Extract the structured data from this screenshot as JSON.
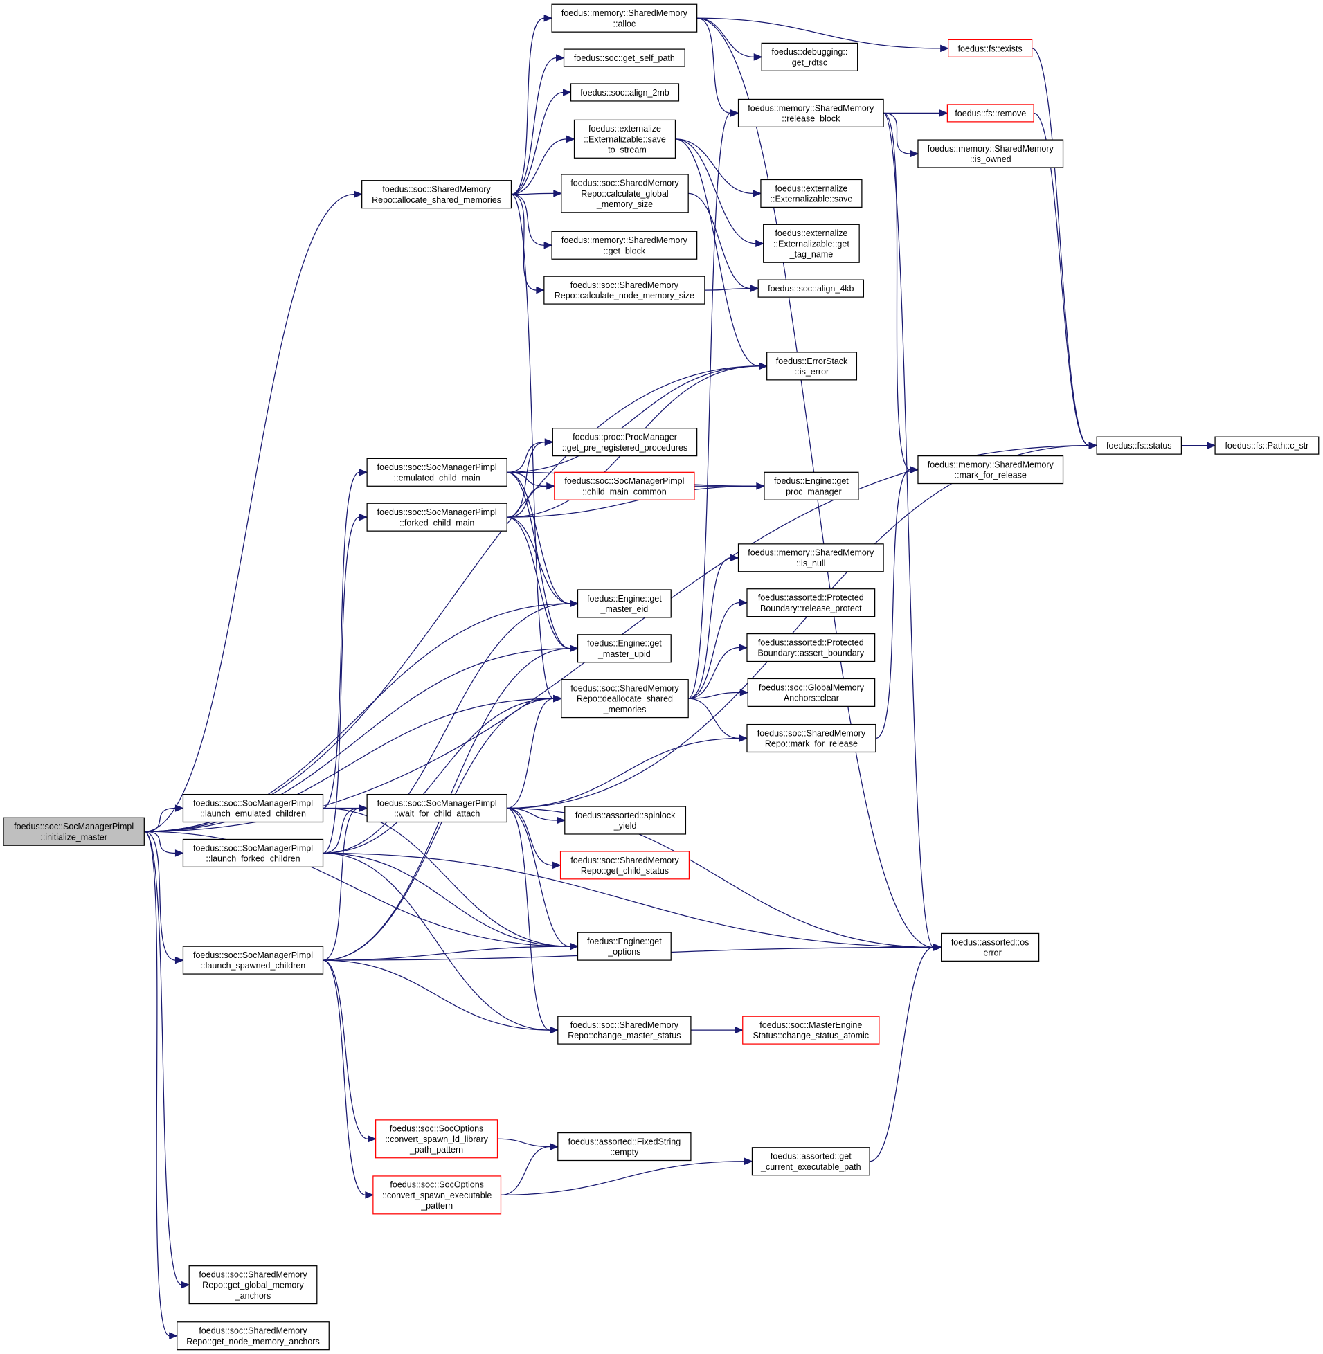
{
  "colors": {
    "edge": "#191970",
    "node_border": "#000000",
    "truncated_border": "#ff0000",
    "root_fill": "#bfbfbf",
    "background": "#ffffff"
  },
  "nodes": [
    {
      "id": "initialize_master",
      "lines": [
        "foedus::soc::SocManagerPimpl",
        "::initialize_master"
      ],
      "style": "root"
    },
    {
      "id": "allocate_shared_memories",
      "lines": [
        "foedus::soc::SharedMemory",
        "Repo::allocate_shared_memories"
      ],
      "style": "normal"
    },
    {
      "id": "emulated_child_main",
      "lines": [
        "foedus::soc::SocManagerPimpl",
        "::emulated_child_main"
      ],
      "style": "normal"
    },
    {
      "id": "forked_child_main",
      "lines": [
        "foedus::soc::SocManagerPimpl",
        "::forked_child_main"
      ],
      "style": "normal"
    },
    {
      "id": "launch_emulated_children",
      "lines": [
        "foedus::soc::SocManagerPimpl",
        "::launch_emulated_children"
      ],
      "style": "normal"
    },
    {
      "id": "launch_forked_children",
      "lines": [
        "foedus::soc::SocManagerPimpl",
        "::launch_forked_children"
      ],
      "style": "normal"
    },
    {
      "id": "launch_spawned_children",
      "lines": [
        "foedus::soc::SocManagerPimpl",
        "::launch_spawned_children"
      ],
      "style": "normal"
    },
    {
      "id": "wait_for_child_attach",
      "lines": [
        "foedus::soc::SocManagerPimpl",
        "::wait_for_child_attach"
      ],
      "style": "normal"
    },
    {
      "id": "get_global_memory_anchors",
      "lines": [
        "foedus::soc::SharedMemory",
        "Repo::get_global_memory",
        "_anchors"
      ],
      "style": "normal"
    },
    {
      "id": "get_node_memory_anchors",
      "lines": [
        "foedus::soc::SharedMemory",
        "Repo::get_node_memory_anchors"
      ],
      "style": "normal"
    },
    {
      "id": "alloc",
      "lines": [
        "foedus::memory::SharedMemory",
        "::alloc"
      ],
      "style": "normal"
    },
    {
      "id": "get_self_path",
      "lines": [
        "foedus::soc::get_self_path"
      ],
      "style": "normal"
    },
    {
      "id": "align_2mb",
      "lines": [
        "foedus::soc::align_2mb"
      ],
      "style": "normal"
    },
    {
      "id": "save_to_stream",
      "lines": [
        "foedus::externalize",
        "::Externalizable::save",
        "_to_stream"
      ],
      "style": "normal"
    },
    {
      "id": "calculate_global_memory_size",
      "lines": [
        "foedus::soc::SharedMemory",
        "Repo::calculate_global",
        "_memory_size"
      ],
      "style": "normal"
    },
    {
      "id": "get_block",
      "lines": [
        "foedus::memory::SharedMemory",
        "::get_block"
      ],
      "style": "normal"
    },
    {
      "id": "calculate_node_memory_size",
      "lines": [
        "foedus::soc::SharedMemory",
        "Repo::calculate_node_memory_size"
      ],
      "style": "normal"
    },
    {
      "id": "get_pre_registered_procedures",
      "lines": [
        "foedus::proc::ProcManager",
        "::get_pre_registered_procedures"
      ],
      "style": "normal"
    },
    {
      "id": "child_main_common",
      "lines": [
        "foedus::soc::SocManagerPimpl",
        "::child_main_common"
      ],
      "style": "truncated"
    },
    {
      "id": "get_master_eid",
      "lines": [
        "foedus::Engine::get",
        "_master_eid"
      ],
      "style": "normal"
    },
    {
      "id": "get_master_upid",
      "lines": [
        "foedus::Engine::get",
        "_master_upid"
      ],
      "style": "normal"
    },
    {
      "id": "deallocate_shared_memories",
      "lines": [
        "foedus::soc::SharedMemory",
        "Repo::deallocate_shared",
        "_memories"
      ],
      "style": "normal"
    },
    {
      "id": "spinlock_yield",
      "lines": [
        "foedus::assorted::spinlock",
        "_yield"
      ],
      "style": "normal"
    },
    {
      "id": "get_child_status",
      "lines": [
        "foedus::soc::SharedMemory",
        "Repo::get_child_status"
      ],
      "style": "truncated"
    },
    {
      "id": "get_options",
      "lines": [
        "foedus::Engine::get",
        "_options"
      ],
      "style": "normal"
    },
    {
      "id": "change_master_status",
      "lines": [
        "foedus::soc::SharedMemory",
        "Repo::change_master_status"
      ],
      "style": "normal"
    },
    {
      "id": "convert_spawn_ld_library_path_pattern",
      "lines": [
        "foedus::soc::SocOptions",
        "::convert_spawn_ld_library",
        "_path_pattern"
      ],
      "style": "truncated"
    },
    {
      "id": "fixedstring_empty",
      "lines": [
        "foedus::assorted::FixedString",
        "::empty"
      ],
      "style": "normal"
    },
    {
      "id": "convert_spawn_executable_pattern",
      "lines": [
        "foedus::soc::SocOptions",
        "::convert_spawn_executable",
        "_pattern"
      ],
      "style": "truncated"
    },
    {
      "id": "get_rdtsc",
      "lines": [
        "foedus::debugging::",
        "get_rdtsc"
      ],
      "style": "normal"
    },
    {
      "id": "release_block",
      "lines": [
        "foedus::memory::SharedMemory",
        "::release_block"
      ],
      "style": "normal"
    },
    {
      "id": "externalizable_save",
      "lines": [
        "foedus::externalize",
        "::Externalizable::save"
      ],
      "style": "normal"
    },
    {
      "id": "get_tag_name",
      "lines": [
        "foedus::externalize",
        "::Externalizable::get",
        "_tag_name"
      ],
      "style": "normal"
    },
    {
      "id": "align_4kb",
      "lines": [
        "foedus::soc::align_4kb"
      ],
      "style": "normal"
    },
    {
      "id": "is_error",
      "lines": [
        "foedus::ErrorStack",
        "::is_error"
      ],
      "style": "normal"
    },
    {
      "id": "get_proc_manager",
      "lines": [
        "foedus::Engine::get",
        "_proc_manager"
      ],
      "style": "normal"
    },
    {
      "id": "is_null",
      "lines": [
        "foedus::memory::SharedMemory",
        "::is_null"
      ],
      "style": "normal"
    },
    {
      "id": "release_protect",
      "lines": [
        "foedus::assorted::Protected",
        "Boundary::release_protect"
      ],
      "style": "normal"
    },
    {
      "id": "assert_boundary",
      "lines": [
        "foedus::assorted::Protected",
        "Boundary::assert_boundary"
      ],
      "style": "normal"
    },
    {
      "id": "anchors_clear",
      "lines": [
        "foedus::soc::GlobalMemory",
        "Anchors::clear"
      ],
      "style": "normal"
    },
    {
      "id": "repo_mark_for_release",
      "lines": [
        "foedus::soc::SharedMemory",
        "Repo::mark_for_release"
      ],
      "style": "normal"
    },
    {
      "id": "change_status_atomic",
      "lines": [
        "foedus::soc::MasterEngine",
        "Status::change_status_atomic"
      ],
      "style": "truncated"
    },
    {
      "id": "get_current_executable_path",
      "lines": [
        "foedus::assorted::get",
        "_current_executable_path"
      ],
      "style": "normal"
    },
    {
      "id": "fs_exists",
      "lines": [
        "foedus::fs::exists"
      ],
      "style": "truncated"
    },
    {
      "id": "fs_remove",
      "lines": [
        "foedus::fs::remove"
      ],
      "style": "truncated"
    },
    {
      "id": "is_owned",
      "lines": [
        "foedus::memory::SharedMemory",
        "::is_owned"
      ],
      "style": "normal"
    },
    {
      "id": "mem_mark_for_release",
      "lines": [
        "foedus::memory::SharedMemory",
        "::mark_for_release"
      ],
      "style": "normal"
    },
    {
      "id": "os_error",
      "lines": [
        "foedus::assorted::os",
        "_error"
      ],
      "style": "normal"
    },
    {
      "id": "fs_status",
      "lines": [
        "foedus::fs::status"
      ],
      "style": "normal"
    },
    {
      "id": "path_c_str",
      "lines": [
        "foedus::fs::Path::c_str"
      ],
      "style": "normal"
    }
  ],
  "edges": [
    [
      "initialize_master",
      "allocate_shared_memories"
    ],
    [
      "initialize_master",
      "is_error"
    ],
    [
      "initialize_master",
      "get_master_eid"
    ],
    [
      "initialize_master",
      "get_master_upid"
    ],
    [
      "initialize_master",
      "deallocate_shared_memories"
    ],
    [
      "initialize_master",
      "launch_emulated_children"
    ],
    [
      "initialize_master",
      "launch_forked_children"
    ],
    [
      "initialize_master",
      "launch_spawned_children"
    ],
    [
      "initialize_master",
      "get_options"
    ],
    [
      "initialize_master",
      "get_global_memory_anchors"
    ],
    [
      "initialize_master",
      "get_node_memory_anchors"
    ],
    [
      "initialize_master",
      "fs_status"
    ],
    [
      "allocate_shared_memories",
      "alloc"
    ],
    [
      "allocate_shared_memories",
      "get_self_path"
    ],
    [
      "allocate_shared_memories",
      "align_2mb"
    ],
    [
      "allocate_shared_memories",
      "save_to_stream"
    ],
    [
      "allocate_shared_memories",
      "calculate_global_memory_size"
    ],
    [
      "allocate_shared_memories",
      "get_block"
    ],
    [
      "allocate_shared_memories",
      "calculate_node_memory_size"
    ],
    [
      "allocate_shared_memories",
      "deallocate_shared_memories"
    ],
    [
      "alloc",
      "get_rdtsc"
    ],
    [
      "alloc",
      "release_block"
    ],
    [
      "alloc",
      "fs_exists"
    ],
    [
      "alloc",
      "os_error"
    ],
    [
      "save_to_stream",
      "externalizable_save"
    ],
    [
      "save_to_stream",
      "get_tag_name"
    ],
    [
      "save_to_stream",
      "is_error"
    ],
    [
      "calculate_global_memory_size",
      "align_4kb"
    ],
    [
      "calculate_node_memory_size",
      "align_4kb"
    ],
    [
      "release_block",
      "fs_remove"
    ],
    [
      "release_block",
      "is_owned"
    ],
    [
      "release_block",
      "mem_mark_for_release"
    ],
    [
      "release_block",
      "os_error"
    ],
    [
      "fs_exists",
      "fs_status"
    ],
    [
      "fs_remove",
      "fs_status"
    ],
    [
      "fs_status",
      "path_c_str"
    ],
    [
      "emulated_child_main",
      "get_pre_registered_procedures"
    ],
    [
      "emulated_child_main",
      "child_main_common"
    ],
    [
      "emulated_child_main",
      "is_error"
    ],
    [
      "emulated_child_main",
      "get_proc_manager"
    ],
    [
      "emulated_child_main",
      "get_master_eid"
    ],
    [
      "emulated_child_main",
      "get_master_upid"
    ],
    [
      "forked_child_main",
      "get_pre_registered_procedures"
    ],
    [
      "forked_child_main",
      "child_main_common"
    ],
    [
      "forked_child_main",
      "is_error"
    ],
    [
      "forked_child_main",
      "get_proc_manager"
    ],
    [
      "forked_child_main",
      "get_master_eid"
    ],
    [
      "forked_child_main",
      "get_master_upid"
    ],
    [
      "child_main_common",
      "get_proc_manager"
    ],
    [
      "deallocate_shared_memories",
      "release_block"
    ],
    [
      "deallocate_shared_memories",
      "is_null"
    ],
    [
      "deallocate_shared_memories",
      "release_protect"
    ],
    [
      "deallocate_shared_memories",
      "assert_boundary"
    ],
    [
      "deallocate_shared_memories",
      "anchors_clear"
    ],
    [
      "deallocate_shared_memories",
      "repo_mark_for_release"
    ],
    [
      "repo_mark_for_release",
      "mem_mark_for_release"
    ],
    [
      "launch_emulated_children",
      "emulated_child_main"
    ],
    [
      "launch_emulated_children",
      "wait_for_child_attach"
    ],
    [
      "launch_emulated_children",
      "get_options"
    ],
    [
      "launch_forked_children",
      "forked_child_main"
    ],
    [
      "launch_forked_children",
      "wait_for_child_attach"
    ],
    [
      "launch_forked_children",
      "get_master_eid"
    ],
    [
      "launch_forked_children",
      "deallocate_shared_memories"
    ],
    [
      "launch_forked_children",
      "get_options"
    ],
    [
      "launch_forked_children",
      "change_master_status"
    ],
    [
      "launch_forked_children",
      "os_error"
    ],
    [
      "launch_spawned_children",
      "wait_for_child_attach"
    ],
    [
      "launch_spawned_children",
      "get_master_upid"
    ],
    [
      "launch_spawned_children",
      "deallocate_shared_memories"
    ],
    [
      "launch_spawned_children",
      "get_options"
    ],
    [
      "launch_spawned_children",
      "change_master_status"
    ],
    [
      "launch_spawned_children",
      "convert_spawn_ld_library_path_pattern"
    ],
    [
      "launch_spawned_children",
      "convert_spawn_executable_pattern"
    ],
    [
      "launch_spawned_children",
      "os_error"
    ],
    [
      "wait_for_child_attach",
      "deallocate_shared_memories"
    ],
    [
      "wait_for_child_attach",
      "repo_mark_for_release"
    ],
    [
      "wait_for_child_attach",
      "spinlock_yield"
    ],
    [
      "wait_for_child_attach",
      "get_child_status"
    ],
    [
      "wait_for_child_attach",
      "get_options"
    ],
    [
      "wait_for_child_attach",
      "change_master_status"
    ],
    [
      "wait_for_child_attach",
      "os_error"
    ],
    [
      "wait_for_child_attach",
      "fs_status"
    ],
    [
      "change_master_status",
      "change_status_atomic"
    ],
    [
      "convert_spawn_ld_library_path_pattern",
      "fixedstring_empty"
    ],
    [
      "convert_spawn_executable_pattern",
      "fixedstring_empty"
    ],
    [
      "convert_spawn_executable_pattern",
      "get_current_executable_path"
    ],
    [
      "get_current_executable_path",
      "os_error"
    ]
  ]
}
